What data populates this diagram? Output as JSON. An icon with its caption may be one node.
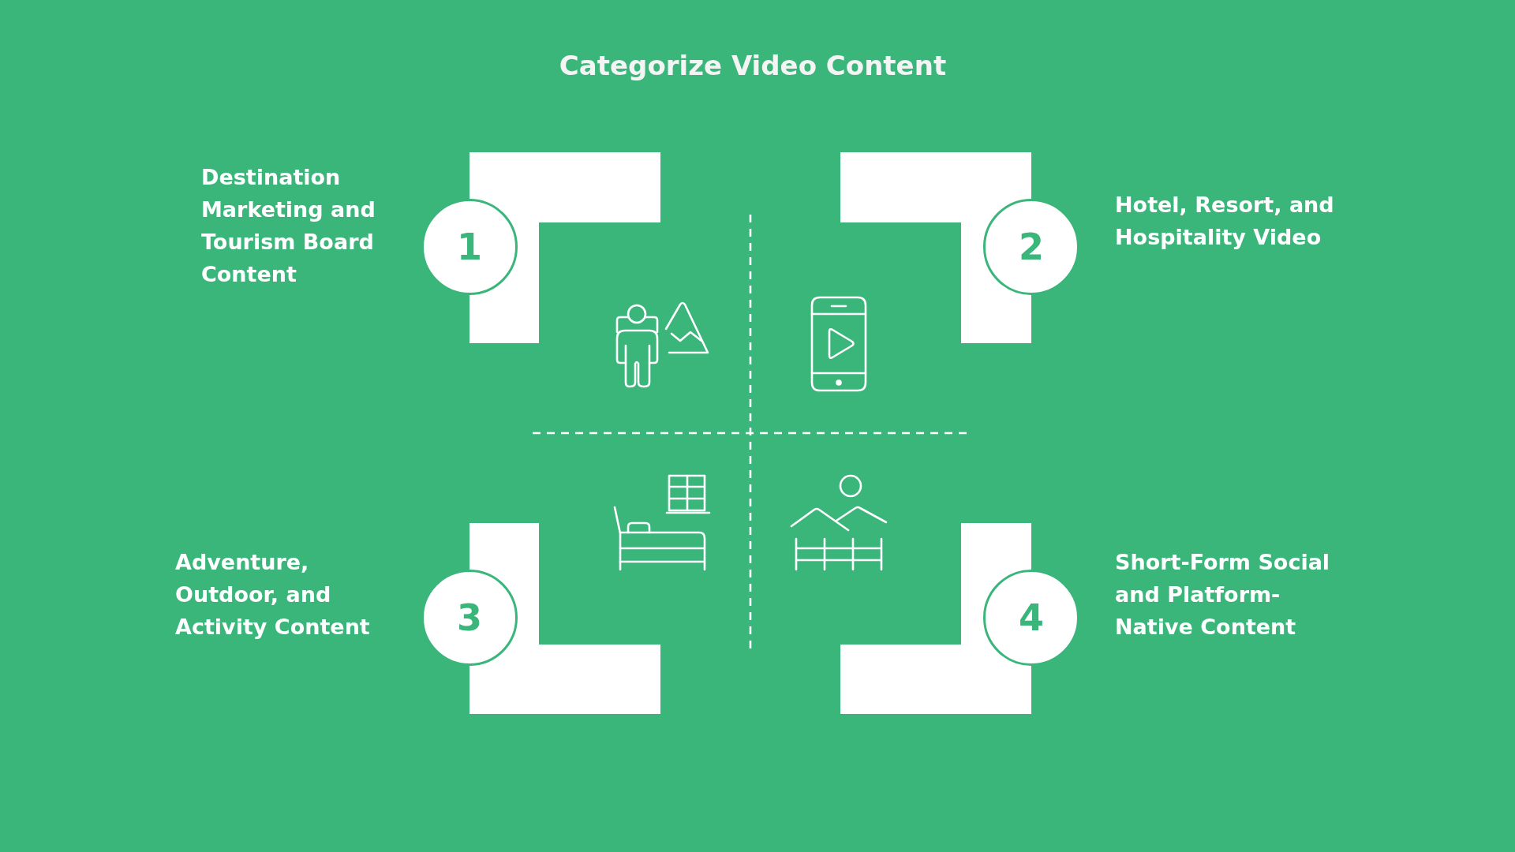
{
  "diagram": {
    "title": "Categorize Video Content",
    "nodes": [
      {
        "text": [
          "1"
        ],
        "beside": [
          "Destination Marketing and Tourism Board Content"
        ]
      },
      {
        "text": [
          "2"
        ],
        "beside": [
          "Hotel, Resort, and Hospitality Video"
        ]
      },
      {
        "text": [
          "3"
        ],
        "beside": [
          "Adventure, Outdoor, and Activity Content"
        ]
      },
      {
        "text": [
          "4"
        ],
        "beside": [
          "Short-Form Social and Platform-Native Content"
        ]
      }
    ]
  }
}
